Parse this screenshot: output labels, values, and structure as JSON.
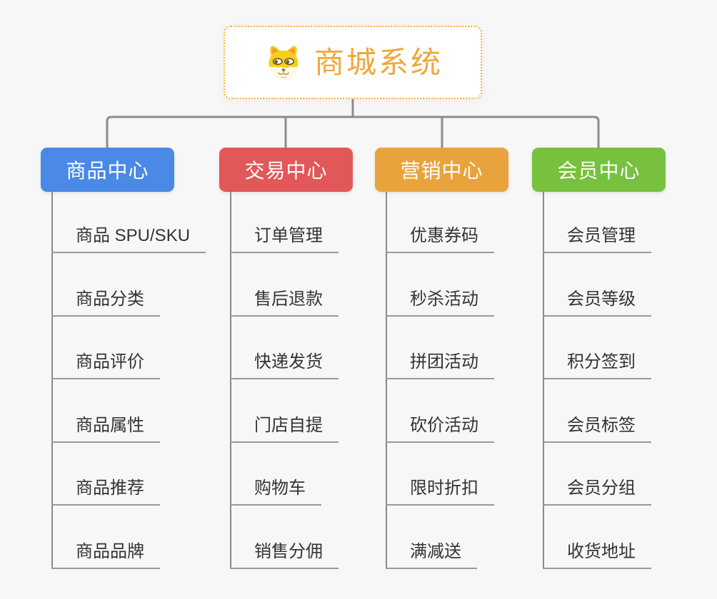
{
  "root": {
    "title": "商城系统",
    "icon": "dog-face-icon"
  },
  "branches": [
    {
      "label": "商品中心",
      "color": "#4A89E5",
      "children": [
        "商品 SPU/SKU",
        "商品分类",
        "商品评价",
        "商品属性",
        "商品推荐",
        "商品品牌"
      ]
    },
    {
      "label": "交易中心",
      "color": "#E25757",
      "children": [
        "订单管理",
        "售后退款",
        "快递发货",
        "门店自提",
        "购物车",
        "销售分佣"
      ]
    },
    {
      "label": "营销中心",
      "color": "#E9A33D",
      "children": [
        "优惠券码",
        "秒杀活动",
        "拼团活动",
        "砍价活动",
        "限时折扣",
        "满减送"
      ]
    },
    {
      "label": "会员中心",
      "color": "#77C13E",
      "children": [
        "会员管理",
        "会员等级",
        "积分签到",
        "会员标签",
        "会员分组",
        "收货地址"
      ]
    }
  ],
  "colors": {
    "background": "#f7f7f7",
    "connector_gray": "#8c8c8c",
    "leaf_underline": "#999999",
    "leaf_text": "#333333",
    "root_border_orange": "#F6B044",
    "root_title_orange": "#F1A73B"
  }
}
